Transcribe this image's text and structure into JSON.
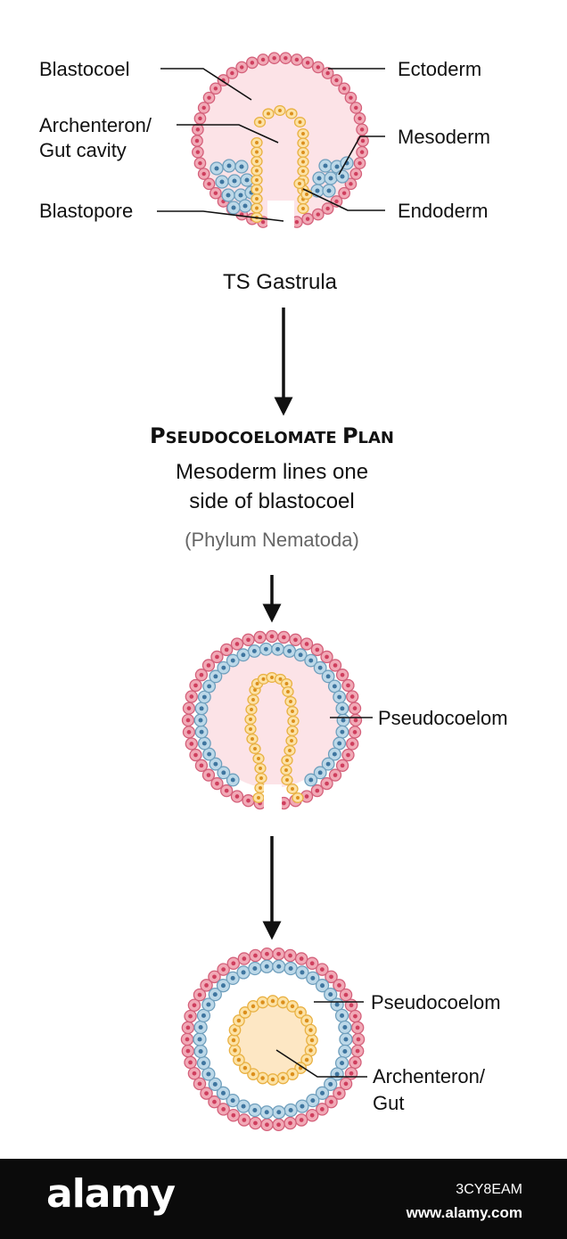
{
  "gastrula": {
    "caption": "TS Gastrula",
    "labels": {
      "blastocoel": "Blastocoel",
      "archenteron_1": "Archenteron/",
      "archenteron_2": "Gut cavity",
      "blastopore": "Blastopore",
      "ectoderm": "Ectoderm",
      "mesoderm": "Mesoderm",
      "endoderm": "Endoderm"
    }
  },
  "plan": {
    "title_parts": [
      "P",
      "SEUDOCOELOMATE ",
      "P",
      "LAN"
    ],
    "description_1": "Mesoderm lines one",
    "description_2": "side of blastocoel",
    "phylum": "(Phylum Nematoda)"
  },
  "stage2": {
    "labels": {
      "pseudocoelom": "Pseudocoelom"
    }
  },
  "stage3": {
    "labels": {
      "pseudocoelom": "Pseudocoelom",
      "archenteron_1": "Archenteron/",
      "archenteron_2": "Gut"
    }
  },
  "colors": {
    "ectoderm_fill": "#f1a9b6",
    "ectoderm_stroke": "#d4607a",
    "ectoderm_nucleus": "#cf3f5e",
    "mesoderm_fill": "#bcd8e8",
    "mesoderm_stroke": "#6f9fbd",
    "mesoderm_nucleus": "#3f76a0",
    "endoderm_fill": "#fce2a6",
    "endoderm_stroke": "#e9b143",
    "endoderm_nucleus": "#dc8f1c",
    "blastocoel_fill": "#fce3e7",
    "gut_fill": "#fde7c4"
  },
  "footer": {
    "logo": "alamy",
    "image_id": "3CY8EAM",
    "url": "www.alamy.com"
  }
}
